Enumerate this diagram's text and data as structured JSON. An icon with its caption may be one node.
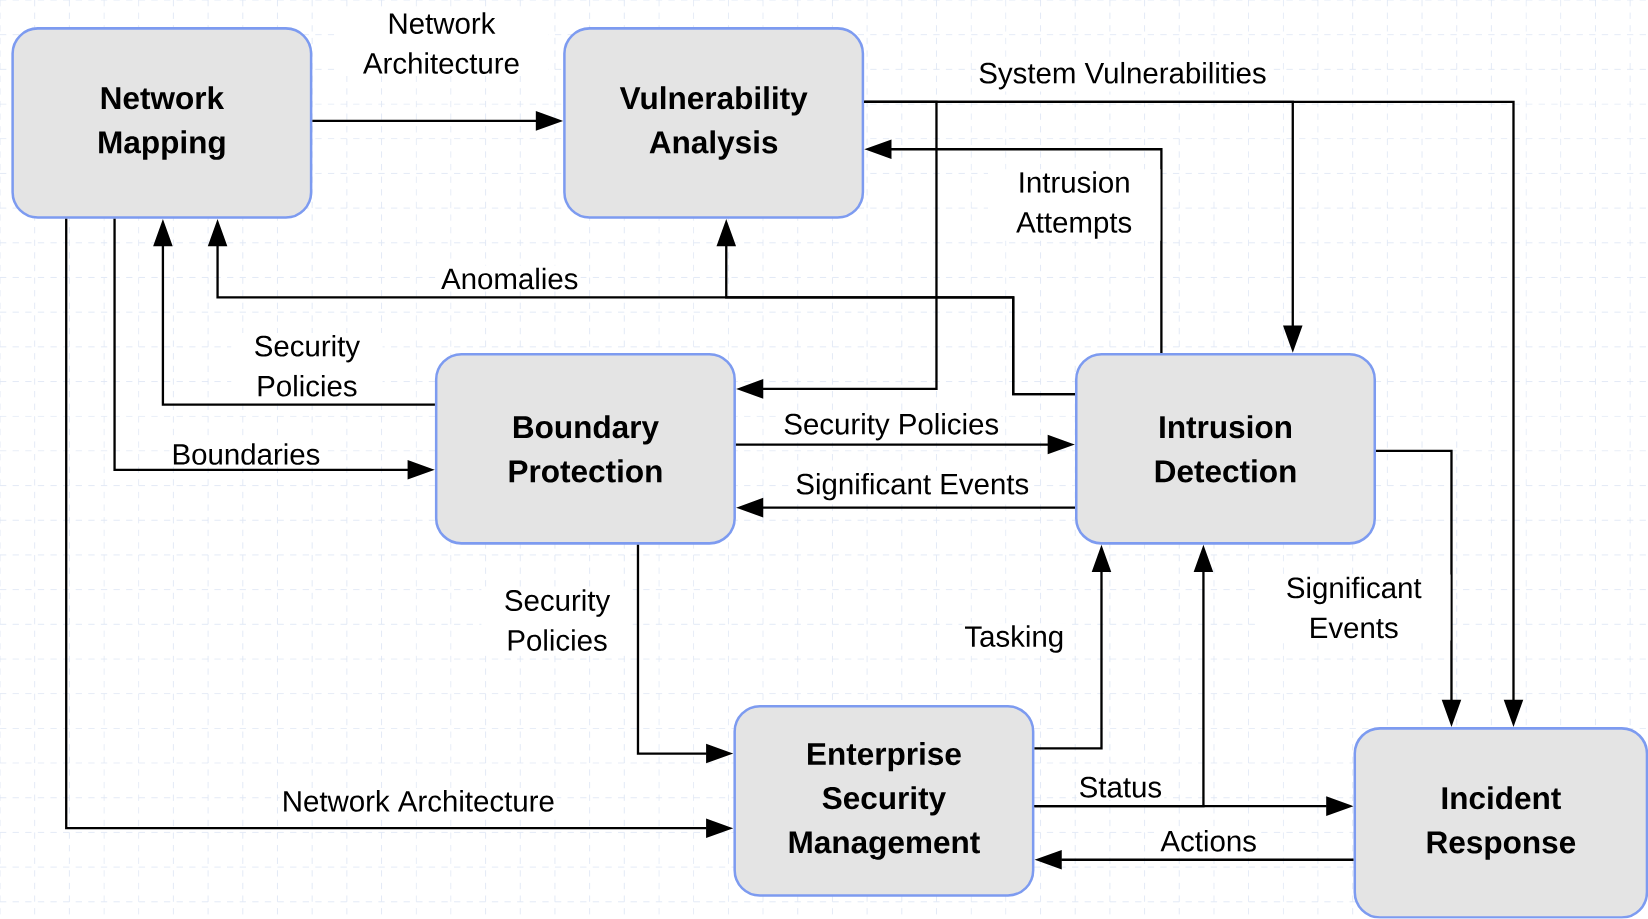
{
  "diagram": {
    "nodes": [
      {
        "text": [
          "Network Mapping"
        ]
      },
      {
        "text": [
          "Vulnerability Analysis"
        ]
      },
      {
        "text": [
          "Boundary Protection"
        ]
      },
      {
        "text": [
          "Intrusion Detection"
        ]
      },
      {
        "text": [
          "Enterprise Security Management"
        ]
      },
      {
        "text": [
          "Incident Response"
        ]
      }
    ],
    "edges": [
      {
        "from": 0,
        "to": 1,
        "arrow": "to",
        "label": "Network Architecture"
      },
      {
        "from": 1,
        "to": 3,
        "arrow": "to",
        "label": "System Vulnerabilities"
      },
      {
        "from": 1,
        "to": 5,
        "arrow": "to"
      },
      {
        "from": 1,
        "to": 2,
        "arrow": "to"
      },
      {
        "from": 3,
        "to": 1,
        "arrow": "to",
        "label": "Intrusion Attempts"
      },
      {
        "from": 3,
        "to": 0,
        "arrow": "to",
        "label": "Anomalies"
      },
      {
        "from": 3,
        "to": 1,
        "arrow": "to"
      },
      {
        "from": 2,
        "to": 0,
        "arrow": "to",
        "label": "Security Policies"
      },
      {
        "from": 0,
        "to": 2,
        "arrow": "to",
        "label": "Boundaries"
      },
      {
        "from": 2,
        "to": 3,
        "arrow": "to",
        "label": "Security Policies"
      },
      {
        "from": 3,
        "to": 2,
        "arrow": "to",
        "label": "Significant Events"
      },
      {
        "from": 2,
        "to": 4,
        "arrow": "to",
        "label": "Security Policies"
      },
      {
        "from": 0,
        "to": 4,
        "arrow": "to",
        "label": "Network Architecture"
      },
      {
        "from": 4,
        "to": 3,
        "arrow": "to",
        "label": "Tasking"
      },
      {
        "from": 4,
        "to": 5,
        "arrow": "to",
        "label": "Status"
      },
      {
        "from": 4,
        "to": 3,
        "arrow": "to"
      },
      {
        "from": 5,
        "to": 4,
        "arrow": "to",
        "label": "Actions"
      },
      {
        "from": 3,
        "to": 5,
        "arrow": "to",
        "label": "Significant Events"
      }
    ]
  }
}
